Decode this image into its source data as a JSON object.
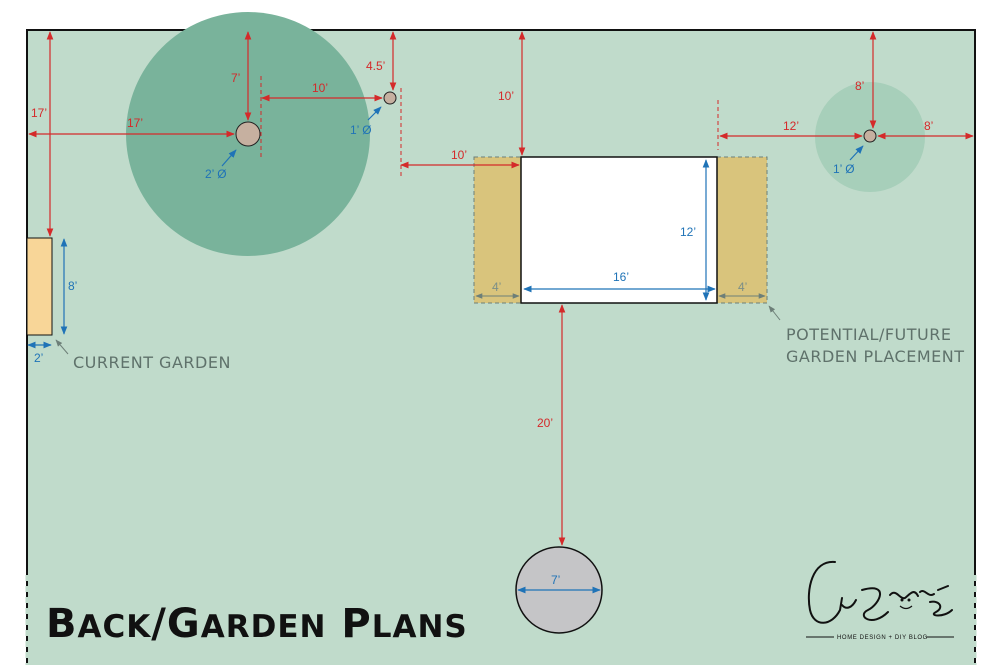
{
  "title": "Back/Garden Plans",
  "labels": {
    "current_garden": "CURRENT GARDEN",
    "potential_line1": "POTENTIAL/FUTURE",
    "potential_line2": "GARDEN PLACEMENT"
  },
  "dimensions": {
    "yard_to_bigtree_v": "7’",
    "bigtree_to_smalltree": "10’",
    "smalltree_v": "4.5’",
    "left_vertical": "17’",
    "left_to_bigtree": "17’",
    "bigtree_trunk": "2’ Ø",
    "smalltree_trunk": "1’ Ø",
    "top_to_house": "10’",
    "smalltree_to_house": "10’",
    "house_height": "12’",
    "house_width": "16’",
    "bed_left_width": "4’",
    "bed_right_width": "4’",
    "current_garden_height": "8’",
    "current_garden_width": "2’",
    "house_to_right_tree": "12’",
    "right_tree_to_edge": "8’",
    "right_tree_top": "8’",
    "right_tree_trunk": "1’ Ø",
    "house_to_circle": "20’",
    "circle_diameter": "7’"
  },
  "logo": {
    "tagline": "HOME DESIGN + DIY BLOG"
  },
  "colors": {
    "lawn": "#c0dbcb",
    "tree_canopy": "#79b39b",
    "tree_canopy_small": "#a7cfba",
    "trunk": "#c6b0a0",
    "garden_bed": "#d9c47c",
    "current_garden": "#f8d698",
    "dim_red": "#d42a2a",
    "dim_blue": "#1f73b7",
    "circle_gray": "#c5c5c7"
  }
}
